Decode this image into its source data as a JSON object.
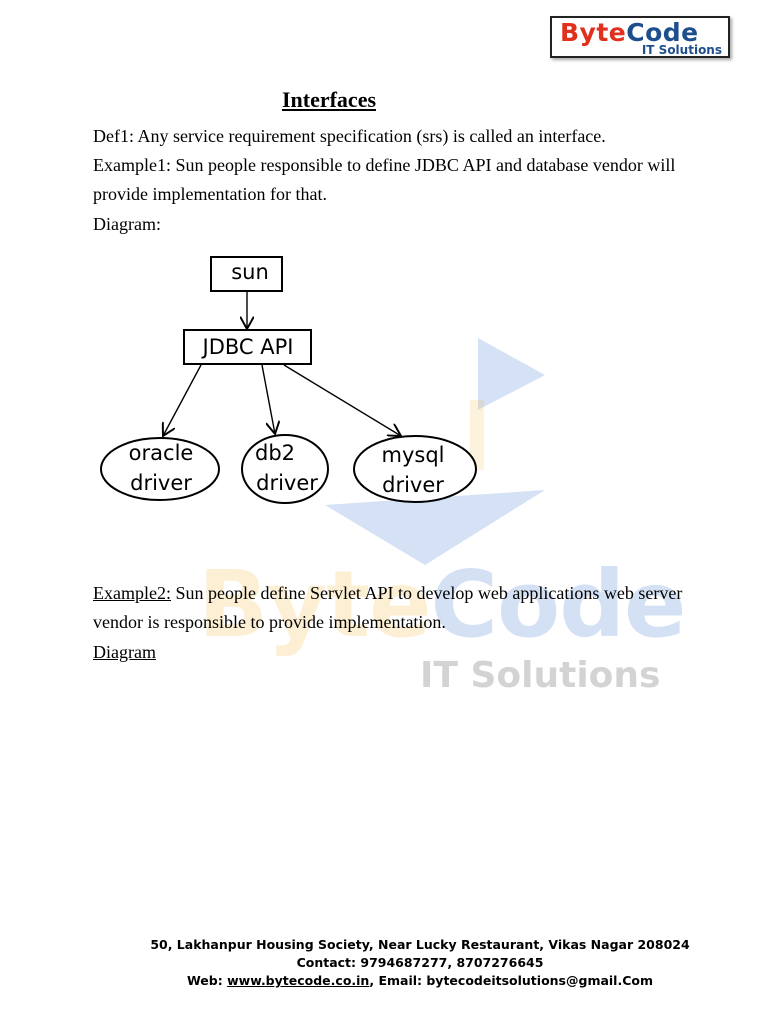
{
  "logo": {
    "word1": "Byte",
    "word2": "Code",
    "subtitle": "IT Solutions"
  },
  "watermark": {
    "word1": "Byte",
    "word2": "Code",
    "subtitle": "IT Solutions"
  },
  "title": "Interfaces",
  "def1": "Def1: Any service requirement specification (srs) is called an interface.",
  "example1": {
    "line1": "Example1: Sun people responsible to define JDBC API and database vendor will",
    "line2": "provide implementation for that."
  },
  "diagram_label": "Diagram:",
  "diagram": {
    "root": "sun",
    "middle": "JDBC API",
    "drivers": [
      {
        "line1": "oracle",
        "line2": "driver"
      },
      {
        "line1": "db2",
        "line2": "driver"
      },
      {
        "line1": "mysql",
        "line2": "driver"
      }
    ]
  },
  "example2": {
    "label": "Example2:",
    "line1_rest": " Sun people define Servlet API to develop web applications web server",
    "line2": "vendor is responsible to provide implementation."
  },
  "diagram2_label": "Diagram",
  "footer": {
    "address": "50, Lakhanpur Housing Society, Near Lucky Restaurant, Vikas Nagar 208024",
    "contact": "Contact: 9794687277, 8707276645",
    "web_label": "Web: ",
    "web_link": "www.bytecode.co.in",
    "email": ", Email: bytecodeitsolutions@gmail.Com"
  },
  "colors": {
    "brand_red": "#e0301e",
    "brand_blue": "#1e4e8c",
    "watermark_yellow": "#f4b83a",
    "watermark_blue": "#3f7ad6"
  }
}
